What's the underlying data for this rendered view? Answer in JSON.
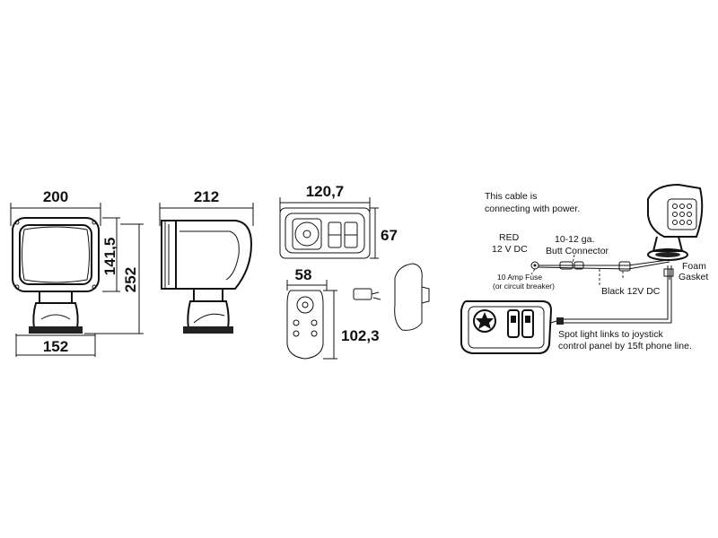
{
  "dimensions": {
    "front_width": "200",
    "front_height_lamp": "141,5",
    "front_height_total": "252",
    "front_base": "152",
    "side_width": "212",
    "panel_width": "120,7",
    "panel_height": "67",
    "remote_width": "58",
    "remote_height": "102,3"
  },
  "wiring": {
    "power_note_line1": "This cable is",
    "power_note_line2": "connecting with power.",
    "red_line1": "RED",
    "red_line2": "12 V DC",
    "butt_line1": "10-12 ga.",
    "butt_line2": "Butt Connector",
    "fuse_line1": "10 Amp Fuse",
    "fuse_line2": "(or circuit breaker)",
    "black_label": "Black 12V DC",
    "foam_line1": "Foam",
    "foam_line2": "Gasket",
    "phone_line1": "Spot light links to joystick",
    "phone_line2": "control panel by 15ft phone line."
  }
}
